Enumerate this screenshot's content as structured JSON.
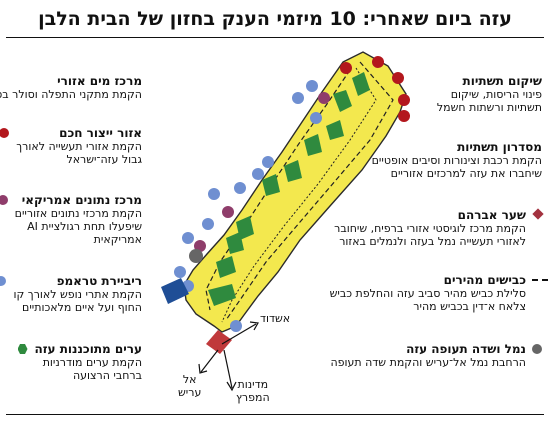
{
  "title": "עזה ביום שאחרי: 10 מיזמי הענק בחזון של הבית הלבן",
  "colors": {
    "strip": "#f3e84e",
    "stripBorder": "#2b2b2b",
    "zone": "#2f8a3e",
    "blue": "#1f4e96",
    "red": "#b3171d",
    "purple": "#8f3d6b",
    "lightBlue": "#6f8fd1",
    "green": "#2f8a3e",
    "diamond": "#a3323f",
    "gray": "#666666",
    "sq": "#c0393b"
  },
  "legend_left": [
    {
      "title": "מרכז מים אזורי",
      "desc": [
        "הקמת מתקני התפלה וסולר בסיני"
      ],
      "marker": "square",
      "color": "#1f4e96",
      "icon": "square-icon"
    },
    {
      "title": "אזור ייצור חכם",
      "desc": [
        "הקמת אזורי תעשייה לאורך",
        "גבול עזה־ישראל"
      ],
      "marker": "circle",
      "color": "#b3171d",
      "icon": "circle-icon"
    },
    {
      "title": "מרכז נתונים אמריקאי",
      "desc": [
        "הקמת מרכזי נתונים אזוריים",
        "שיפעלו תחת רגולציית AI",
        "אמריקאית"
      ],
      "marker": "circle",
      "color": "#8f3d6b",
      "icon": "circle-icon"
    },
    {
      "title": "ריביירת טראמפ",
      "desc": [
        "הקמת אתרי נופש לאורך קו",
        "החוף ועל איים מלאכותיים"
      ],
      "marker": "circle",
      "color": "#6f8fd1",
      "icon": "circle-icon"
    },
    {
      "title": "ערים מתוכננות עזה",
      "desc": [
        "הקמת ערים מודרניות",
        "ברחבי הרצועה"
      ],
      "marker": "hexagon",
      "color": "#2f8a3e",
      "icon": "hexagon-icon"
    }
  ],
  "legend_right": [
    {
      "title": "שיקום תשתיות",
      "desc": [
        "פינוי הריסות, שיקום",
        "תשתיות ורשתות חשמל"
      ],
      "marker": "none",
      "color": "",
      "icon": ""
    },
    {
      "title": "מסדרון תשתיות",
      "desc": [
        "הקמת רכבת וצינורות וסיבים אופטיים",
        "שיחברו את עזה למרכזים אזוריים"
      ],
      "marker": "none",
      "color": "",
      "icon": ""
    },
    {
      "title": "שער אברהם",
      "desc": [
        "הקמת מרכז לוגיסטי אזורי ברפיח, שיחובר",
        "לאזורי תעשייה נמל בעזה ולנמלים באזור"
      ],
      "marker": "diamond",
      "color": "#a3323f",
      "icon": "diamond-icon"
    },
    {
      "title": "כבישים מהירים",
      "desc": [
        "סלילת כביש מהיר סביב עזה והחלפת כביש",
        "צלאח א־דין בכביש מהיר"
      ],
      "marker": "dash",
      "color": "#111111",
      "icon": "dashed-line-icon"
    },
    {
      "title": "נמל ושדה תעופה עזה",
      "desc": [
        "הרחבת נמל אל־עריש והקמת שדה תעופה"
      ],
      "marker": "circle",
      "color": "#666666",
      "icon": "circle-icon"
    }
  ],
  "map_labels": {
    "ashdod": "אשדוד",
    "arish": [
      "אל",
      "עריש"
    ],
    "gulf": [
      "מדינות",
      "המפרץ"
    ]
  }
}
